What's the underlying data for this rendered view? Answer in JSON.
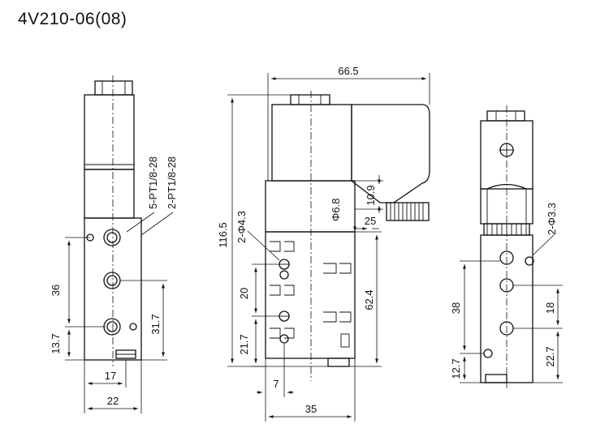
{
  "title": "4V210-06(08)",
  "dims": {
    "left": {
      "d36": "36",
      "d13_7": "13.7",
      "d31_7": "31.7",
      "d17": "17",
      "d22": "22",
      "port5": "5-PT1/8-28",
      "port2": "2-PT1/8-28"
    },
    "middle": {
      "d66_5": "66.5",
      "d116_5": "116.5",
      "d2phi4_3": "2-Φ4.3",
      "d10_9": "10.9",
      "dphi6_8": "Φ6.8",
      "d25": "25",
      "d62_4": "62.4",
      "d20": "20",
      "d21_7": "21.7",
      "d7": "7",
      "d35": "35"
    },
    "right": {
      "d2phi3_3": "2-Φ3.3",
      "d38": "38",
      "d18": "18",
      "d12_7": "12.7",
      "d22_7": "22.7"
    }
  }
}
